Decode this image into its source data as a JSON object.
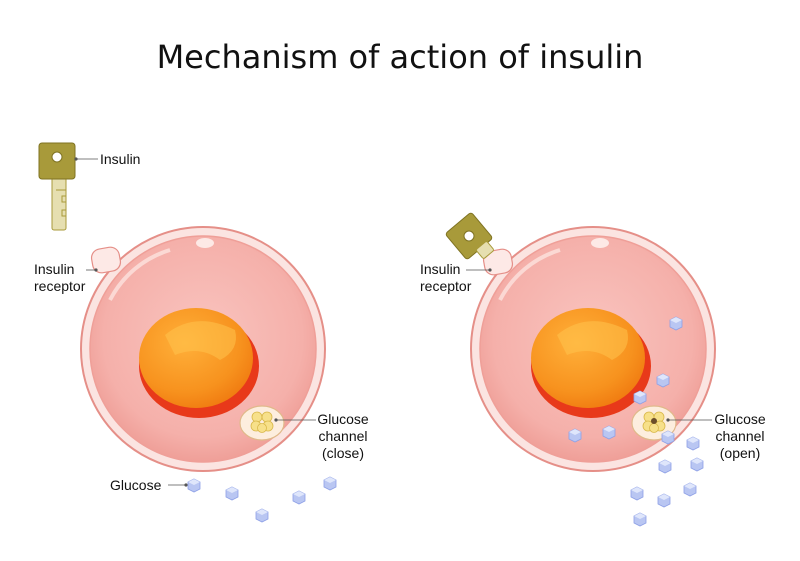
{
  "title": "Mechanism of action of insulin",
  "labels": {
    "insulin": "Insulin",
    "receptor_left_1": "Insulin",
    "receptor_left_2": "receptor",
    "receptor_right_1": "Insulin",
    "receptor_right_2": "receptor",
    "channel_left_1": "Glucose",
    "channel_left_2": "channel",
    "channel_left_3": "(close)",
    "channel_right_1": "Glucose",
    "channel_right_2": "channel",
    "channel_right_3": "(open)",
    "glucose": "Glucose"
  },
  "colors": {
    "cell_fill": "#f6b3ad",
    "cell_edge": "#e58f88",
    "nucleus": "#f7931e",
    "nucleus_shadow": "#e8391a",
    "key": "#a89a3a",
    "glucose": "#a9b8ee"
  }
}
